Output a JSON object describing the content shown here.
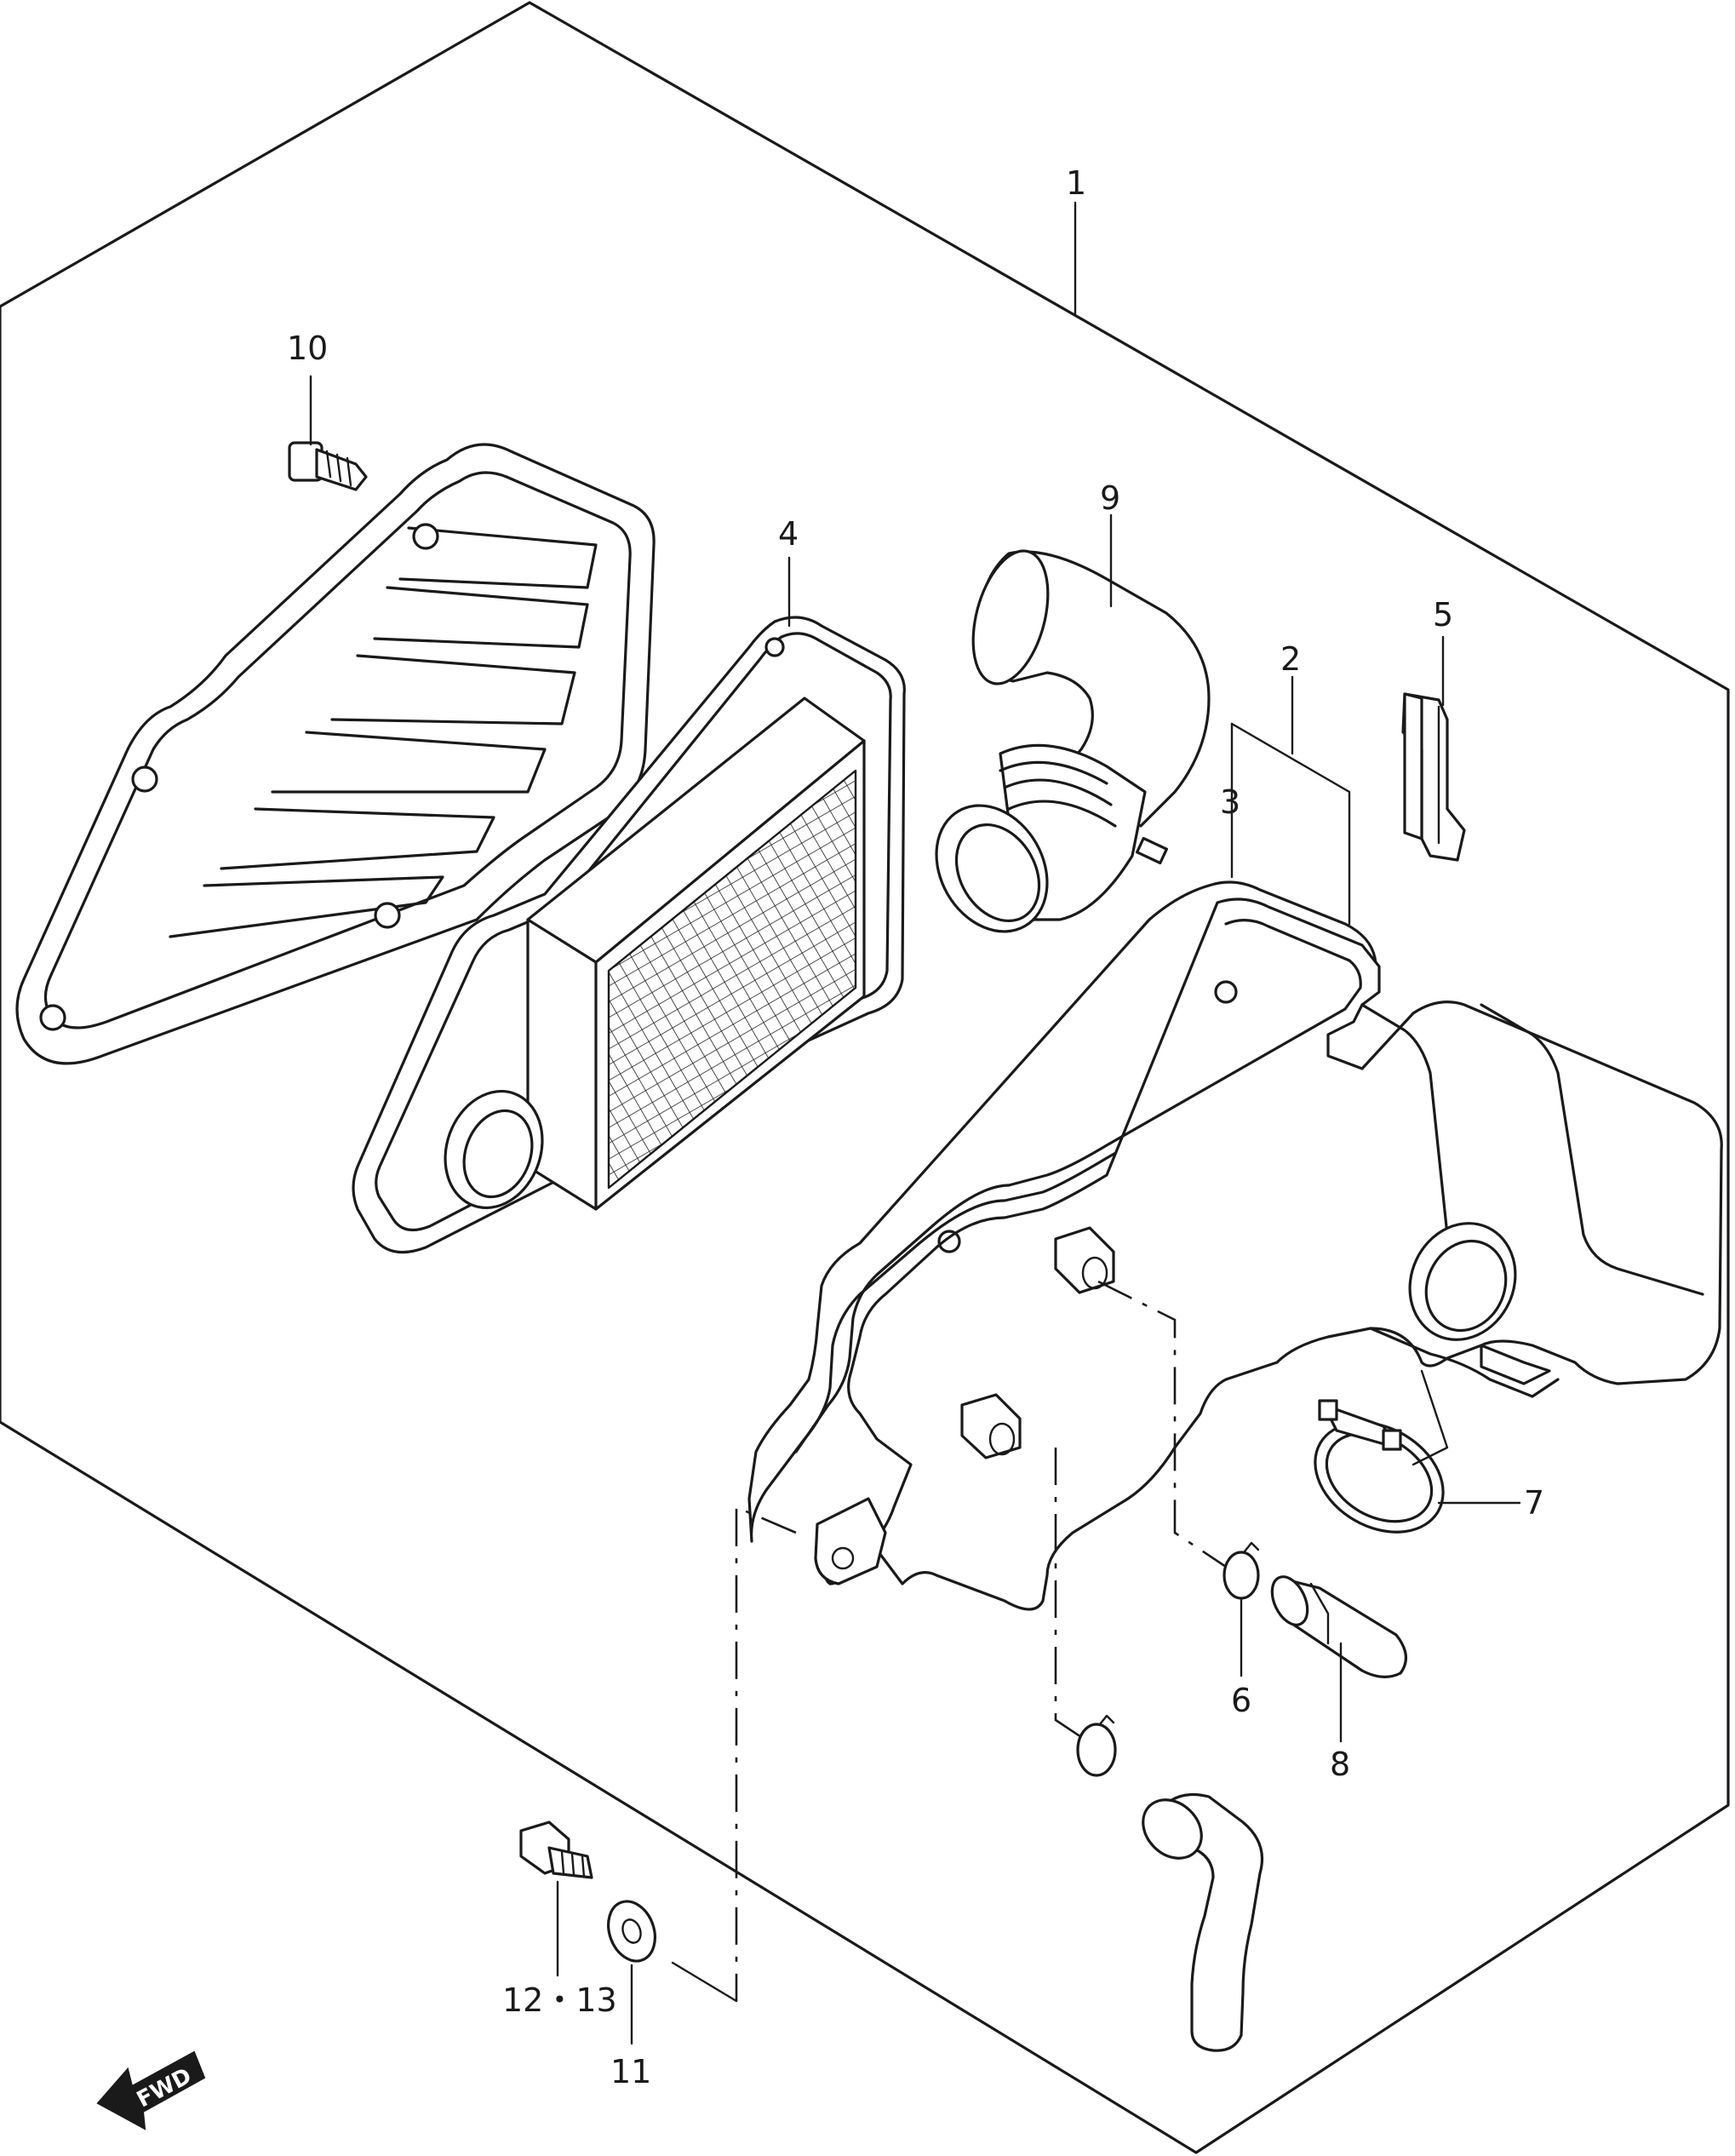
{
  "labels": {
    "p1": "1",
    "p2": "2",
    "p3": "3",
    "p4": "4",
    "p5": "5",
    "p6": "6",
    "p7": "7",
    "p8": "8",
    "p9": "9",
    "p10": "10",
    "p11": "11",
    "p12_13": "12・13"
  },
  "fwd": "FWD"
}
